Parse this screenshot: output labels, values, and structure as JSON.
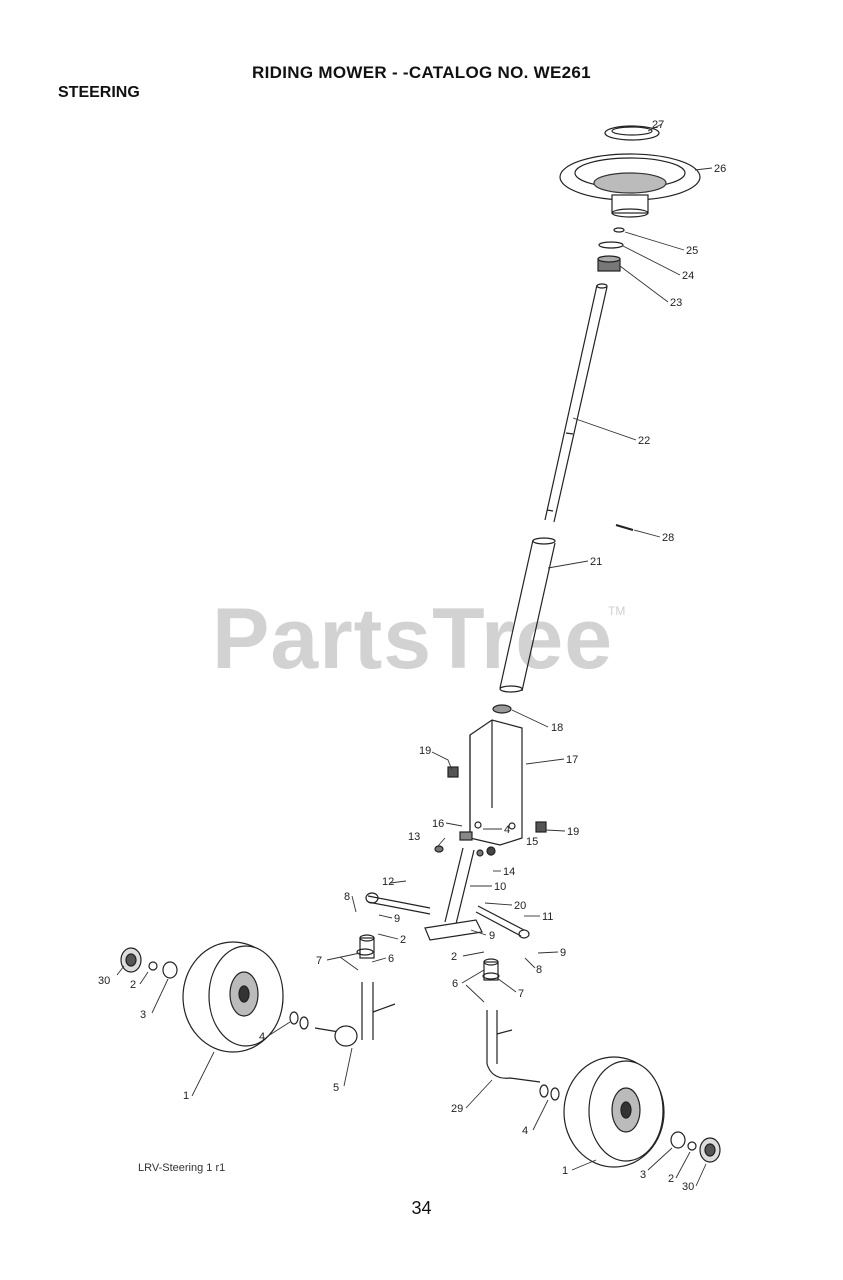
{
  "header": {
    "title": "RIDING MOWER - -CATALOG NO.   WE261",
    "section": "STEERING"
  },
  "watermark": {
    "text": "PartsTree",
    "tm": "TM"
  },
  "parts": [
    {
      "callout": "27"
    },
    {
      "callout": "26"
    },
    {
      "callout": "25"
    },
    {
      "callout": "24"
    },
    {
      "callout": "23"
    },
    {
      "callout": "22"
    },
    {
      "callout": "28"
    },
    {
      "callout": "21"
    },
    {
      "callout": "18"
    },
    {
      "callout": "19"
    },
    {
      "callout": "17"
    },
    {
      "callout": "19"
    },
    {
      "callout": "16"
    },
    {
      "callout": "4"
    },
    {
      "callout": "13"
    },
    {
      "callout": "15"
    },
    {
      "callout": "14"
    },
    {
      "callout": "10"
    },
    {
      "callout": "12"
    },
    {
      "callout": "8"
    },
    {
      "callout": "20"
    },
    {
      "callout": "11"
    },
    {
      "callout": "9"
    },
    {
      "callout": "9"
    },
    {
      "callout": "2"
    },
    {
      "callout": "7"
    },
    {
      "callout": "6"
    },
    {
      "callout": "2"
    },
    {
      "callout": "9"
    },
    {
      "callout": "8"
    },
    {
      "callout": "6"
    },
    {
      "callout": "7"
    },
    {
      "callout": "30"
    },
    {
      "callout": "2"
    },
    {
      "callout": "3"
    },
    {
      "callout": "4"
    },
    {
      "callout": "1"
    },
    {
      "callout": "5"
    },
    {
      "callout": "29"
    },
    {
      "callout": "4"
    },
    {
      "callout": "1"
    },
    {
      "callout": "3"
    },
    {
      "callout": "2"
    },
    {
      "callout": "30"
    }
  ],
  "footer": {
    "drawing_ref": "LRV-Steering  1 r1",
    "page_number": "34"
  }
}
